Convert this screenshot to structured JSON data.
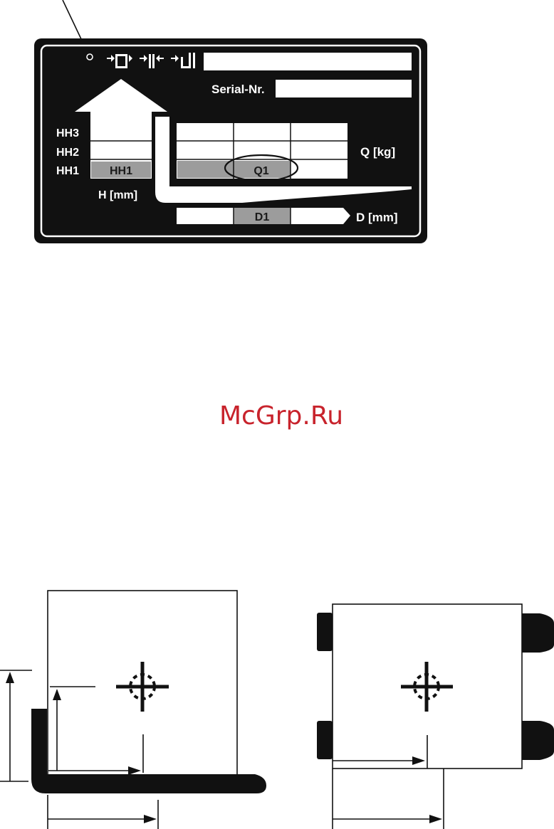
{
  "plate": {
    "serial_label": "Serial-Nr.",
    "height_rows": [
      "HH3",
      "HH2",
      "HH1"
    ],
    "height_highlight": "HH1",
    "height_unit": "H [mm]",
    "capacity_highlight": "Q1",
    "capacity_unit": "Q [kg]",
    "distance_highlight": "D1",
    "distance_unit": "D [mm]",
    "colors": {
      "plate_background": "#111111",
      "plate_text": "#ffffff",
      "highlight_cell": "#9c9c9c",
      "line": "#111111"
    }
  },
  "watermark": {
    "text": "McGrp.Ru",
    "color": "#c8232c"
  }
}
